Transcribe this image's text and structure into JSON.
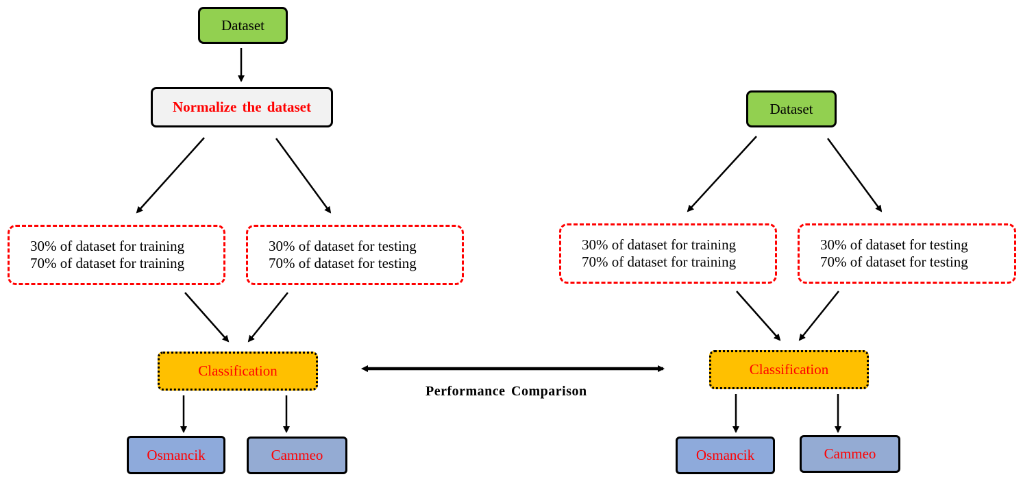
{
  "left_flow": {
    "dataset_label": "Dataset",
    "normalize_label": "Normalize  the dataset",
    "training_split": [
      "30% of dataset for training",
      "70% of dataset for training"
    ],
    "testing_split": [
      "30% of dataset for testing",
      "70% of dataset for testing"
    ],
    "classification_label": "Classification",
    "classes": [
      "Osmancik",
      "Cammeo"
    ]
  },
  "right_flow": {
    "dataset_label": "Dataset",
    "training_split": [
      "30% of dataset for training",
      "70% of dataset for training"
    ],
    "testing_split": [
      "30% of dataset for testing",
      "70% of dataset for testing"
    ],
    "classification_label": "Classification",
    "classes": [
      "Osmancik",
      "Cammeo"
    ]
  },
  "comparison_label": "Performance  Comparison",
  "colors": {
    "dataset_fill": "#92d050",
    "normalize_fill": "#f2f2f2",
    "classification_fill": "#ffc000",
    "class_fill": "#8eaadb",
    "highlight_text": "#ff0000",
    "split_border": "#ff0000"
  }
}
